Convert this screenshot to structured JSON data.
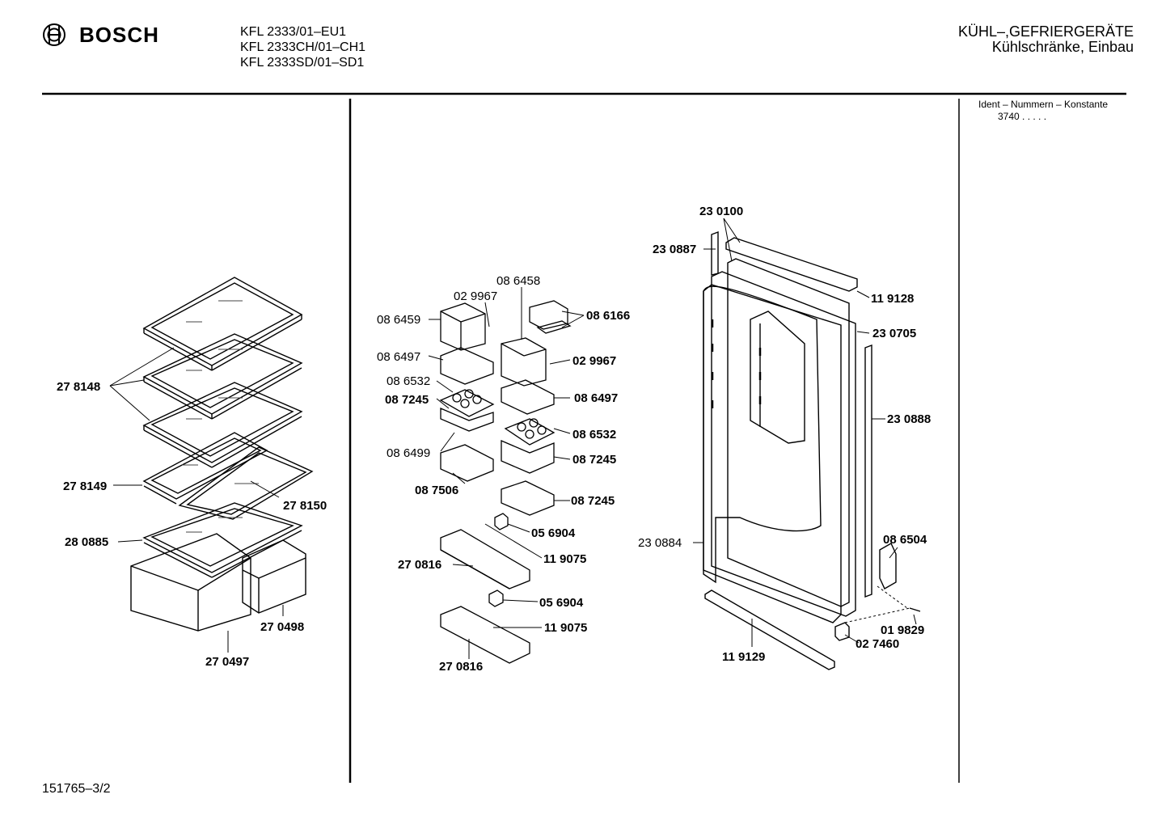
{
  "header": {
    "brand": "BOSCH",
    "models": [
      "KFL 2333/01–EU1",
      "KFL 2333CH/01–CH1",
      "KFL 2333SD/01–SD1"
    ],
    "category": "KÜHL–,GEFRIERGERÄTE",
    "subcategory": "Kühlschränke, Einbau"
  },
  "ident": {
    "label": "Ident – Nummern – Konstante",
    "value": "3740  .  .  .  .  ."
  },
  "footer": {
    "doc_number": "151765–3/2"
  },
  "icons": {
    "logo": "bosch-armature-icon"
  },
  "left_labels": [
    "27 8148",
    "27 8149",
    "28 0885",
    "27 8150",
    "27 0498",
    "27 0497"
  ],
  "middle_labels": [
    "08 6458",
    "02 9967",
    "08 6459",
    "08 6166",
    "08 6497",
    "02 9967",
    "08 6532",
    "08 7245",
    "08 6497",
    "08 6532",
    "08 6499",
    "08 7245",
    "08 7506",
    "08 7245",
    "05 6904",
    "11 9075",
    "27 0816",
    "05 6904",
    "11 9075",
    "27 0816"
  ],
  "right_labels": [
    "23 0100",
    "23 0887",
    "11 9128",
    "23 0705",
    "23 0888",
    "23 0884",
    "08 6504",
    "01 9829",
    "02 7460",
    "11 9129"
  ]
}
